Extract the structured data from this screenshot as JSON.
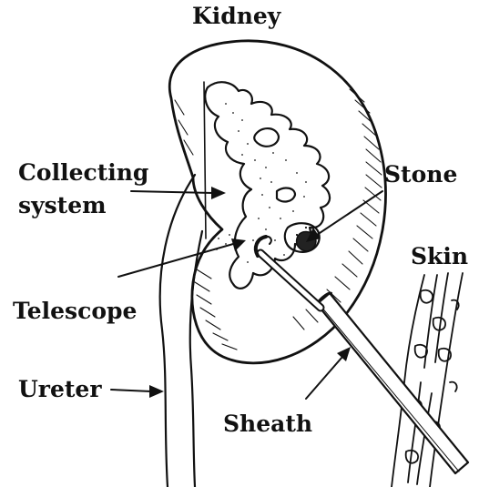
{
  "labels": {
    "kidney": "Kidney",
    "collecting_line1": "Collecting",
    "collecting_line2": "system",
    "stone": "Stone",
    "skin": "Skin",
    "telescope": "Telescope",
    "ureter": "Ureter",
    "sheath": "Sheath"
  },
  "colors": {
    "ink": "#111111",
    "background": "#ffffff"
  }
}
